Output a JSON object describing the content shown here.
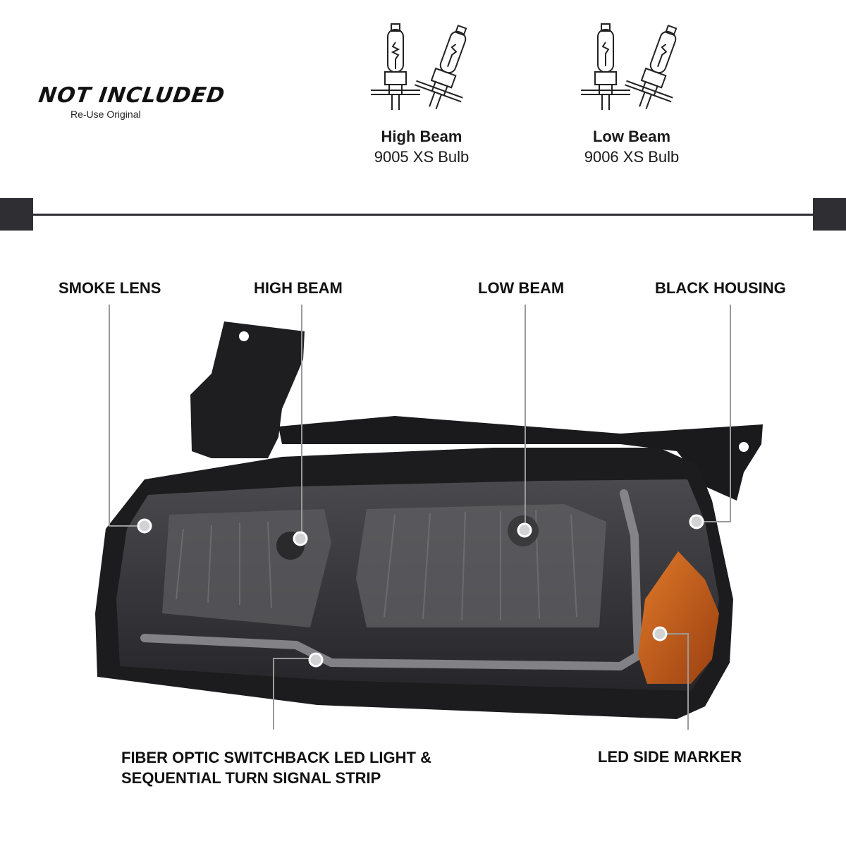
{
  "header": {
    "not_included_title": "NOT INCLUDED",
    "not_included_sub": "Re-Use Original"
  },
  "bulbs": [
    {
      "title": "High Beam",
      "spec": "9005 XS Bulb",
      "icon": "halogen-bulb-icon"
    },
    {
      "title": "Low Beam",
      "spec": "9006 XS Bulb",
      "icon": "halogen-bulb-icon"
    }
  ],
  "callouts": {
    "smoke_lens": "SMOKE LENS",
    "high_beam": "HIGH BEAM",
    "low_beam": "LOW BEAM",
    "black_housing": "BLACK HOUSING",
    "fiber_optic": "FIBER OPTIC SWITCHBACK LED LIGHT & SEQUENTIAL TURN SIGNAL STRIP",
    "led_side_marker": "LED SIDE MARKER"
  },
  "colors": {
    "housing": "#1c1c1e",
    "lens_smoke": "#3a3a3d",
    "amber_marker": "#c8621b",
    "leader_line": "#9a9a9a",
    "divider": "#2e2e33"
  }
}
